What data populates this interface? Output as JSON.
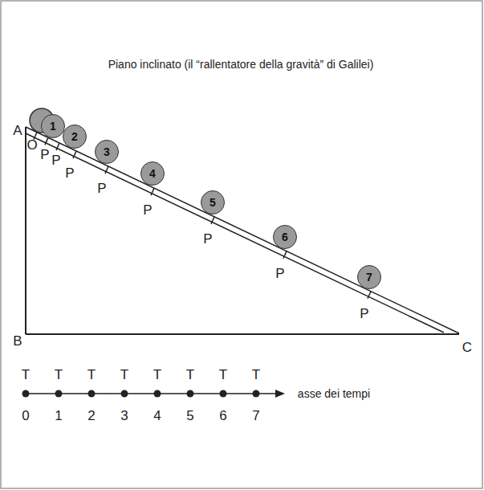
{
  "diagram": {
    "title": "Piano inclinato (il “rallentatore della gravità” di Galilei)",
    "nodes": [
      {
        "text": [
          "1"
        ]
      },
      {
        "text": [
          "2"
        ]
      },
      {
        "text": [
          "3"
        ]
      },
      {
        "text": [
          "4"
        ]
      },
      {
        "text": [
          "5"
        ]
      },
      {
        "text": [
          "6"
        ]
      },
      {
        "text": [
          "7"
        ]
      }
    ],
    "labels": [
      "A",
      "O",
      "P",
      "P",
      "P",
      "P",
      "P",
      "P",
      "P",
      "P",
      "B",
      "C",
      "T",
      "T",
      "T",
      "T",
      "T",
      "T",
      "T",
      "T",
      "0",
      "1",
      "2",
      "3",
      "4",
      "5",
      "6",
      "7",
      "asse dei tempi"
    ]
  }
}
